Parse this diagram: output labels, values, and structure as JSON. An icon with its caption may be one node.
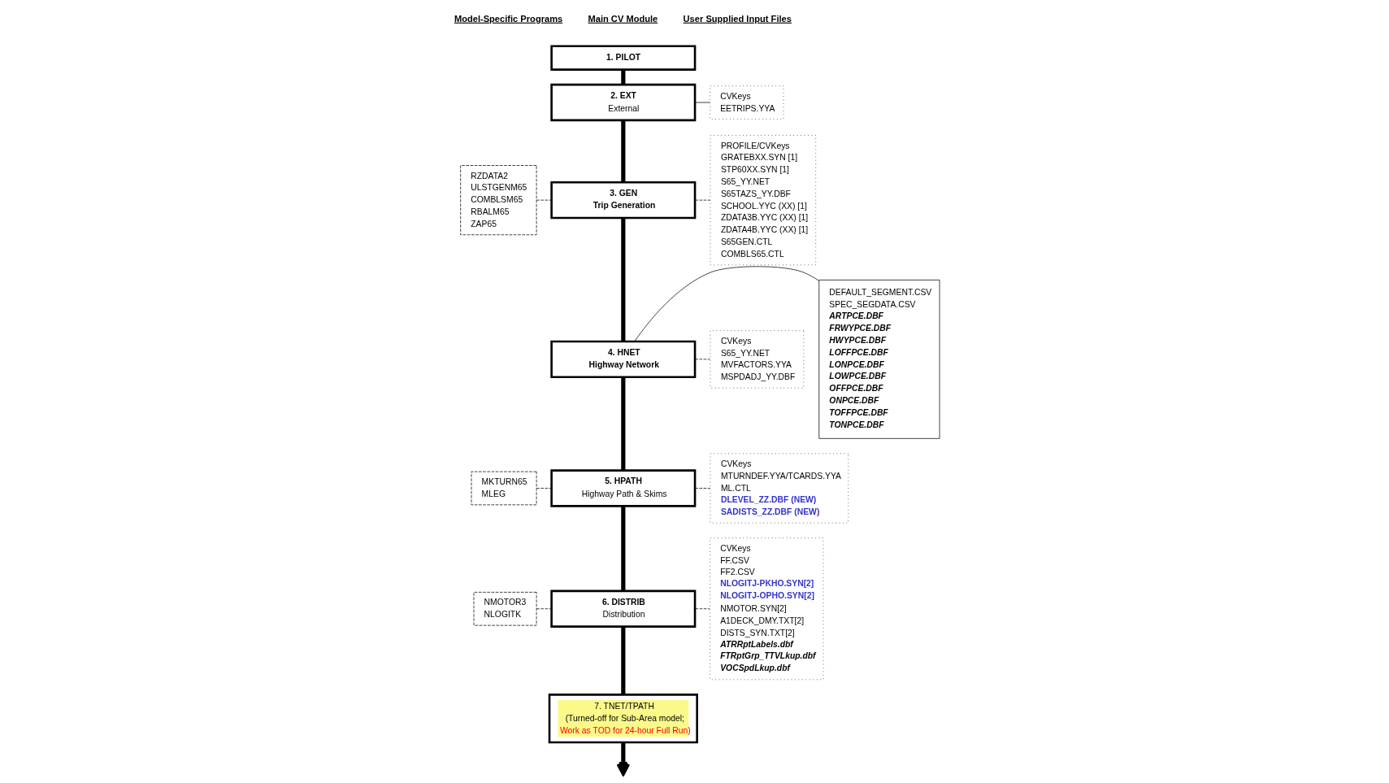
{
  "diagram": {
    "nodes": [
      {
        "text": [
          "1. PILOT"
        ]
      },
      {
        "text": [
          "2. EXT",
          "External"
        ]
      },
      {
        "text": [
          "3. GEN",
          "Trip Generation"
        ]
      },
      {
        "text": [
          "4. HNET",
          "Highway Network"
        ]
      },
      {
        "text": [
          "5. HPATH",
          "Highway Path & Skims"
        ]
      },
      {
        "text": [
          "6. DISTRIB",
          "Distribution"
        ]
      },
      {
        "text": [
          "7. TNET/TPATH",
          "(Turned-off for Sub-Area model;",
          "Work as TOD for 24-hour Full Run)"
        ]
      },
      {
        "text": [
          "RZDATA2",
          "ULSTGENM65",
          "COMBLSM65",
          "RBALM65",
          "ZAP65"
        ]
      },
      {
        "text": [
          "MKTURN65",
          "MLEG"
        ]
      },
      {
        "text": [
          "NMOTOR3",
          "NLOGITK"
        ]
      },
      {
        "text": [
          "CVKeys",
          "EETRIPS.YYA"
        ]
      },
      {
        "text": [
          "PROFILE/CVKeys",
          "GRATEBXX.SYN [1]",
          "STP60XX.SYN [1]",
          "S65_YY.NET",
          "S65TAZS_YY.DBF",
          "SCHOOL.YYC (XX) [1]",
          "ZDATA3B.YYC (XX) [1]",
          "ZDATA4B.YYC (XX) [1]",
          "S65GEN.CTL",
          "COMBLS65.CTL"
        ]
      },
      {
        "text": [
          "CVKeys",
          "S65_YY.NET",
          "MVFACTORS.YYA",
          "MSPDADJ_YY.DBF"
        ]
      },
      {
        "text": [
          "DEFAULT_SEGMENT.CSV",
          "SPEC_SEGDATA.CSV",
          "ARTPCE.DBF",
          "FRWYPCE.DBF",
          "HWYPCE.DBF",
          "LOFFPCE.DBF",
          "LONPCE.DBF",
          "LOWPCE.DBF",
          "OFFPCE.DBF",
          "ONPCE.DBF",
          "TOFFPCE.DBF",
          "TONPCE.DBF"
        ]
      },
      {
        "text": [
          "CVKeys",
          "MTURNDEF.YYA/TCARDS.YYA",
          "ML.CTL",
          "DLEVEL_ZZ.DBF (NEW)",
          "SADISTS_ZZ.DBF (NEW)"
        ]
      },
      {
        "text": [
          "CVKeys",
          "FF.CSV",
          "FF2.CSV",
          "NLOGITJ-PKHO.SYN[2]",
          "NLOGITJ-OPHO.SYN[2]",
          "NMOTOR.SYN[2]",
          "A1DECK_DMY.TXT[2]",
          "DISTS_SYN.TXT[2]",
          "ATRRptLabels.dbf",
          "FTRptGrp_TTVLkup.dbf",
          "VOCSpdLkup.dbf"
        ]
      }
    ],
    "edges": [
      {
        "from": 0,
        "to": 1,
        "arrow": "none",
        "style": "thick"
      },
      {
        "from": 1,
        "to": 2,
        "arrow": "none",
        "style": "thick"
      },
      {
        "from": 2,
        "to": 3,
        "arrow": "none",
        "style": "thick"
      },
      {
        "from": 3,
        "to": 4,
        "arrow": "none",
        "style": "thick"
      },
      {
        "from": 4,
        "to": 5,
        "arrow": "none",
        "style": "thick"
      },
      {
        "from": 5,
        "to": 6,
        "arrow": "none",
        "style": "thick"
      },
      {
        "from": 6,
        "to": null,
        "arrow": "to",
        "style": "thick"
      },
      {
        "from": 7,
        "to": 2,
        "arrow": "none",
        "style": "dashed"
      },
      {
        "from": 8,
        "to": 4,
        "arrow": "none",
        "style": "dashed"
      },
      {
        "from": 9,
        "to": 5,
        "arrow": "none",
        "style": "dashed"
      },
      {
        "from": 1,
        "to": 10,
        "arrow": "none"
      },
      {
        "from": 2,
        "to": 11,
        "arrow": "none",
        "style": "dashed"
      },
      {
        "from": 3,
        "to": 12,
        "arrow": "none",
        "style": "dashed"
      },
      {
        "from": 3,
        "to": 13,
        "arrow": "none"
      },
      {
        "from": 4,
        "to": 14,
        "arrow": "none",
        "style": "dashed"
      },
      {
        "from": 5,
        "to": 15,
        "arrow": "none",
        "style": "dashed"
      }
    ],
    "labels": [
      "Model-Specific Programs",
      "Main CV Module",
      "User Supplied Input Files"
    ]
  }
}
